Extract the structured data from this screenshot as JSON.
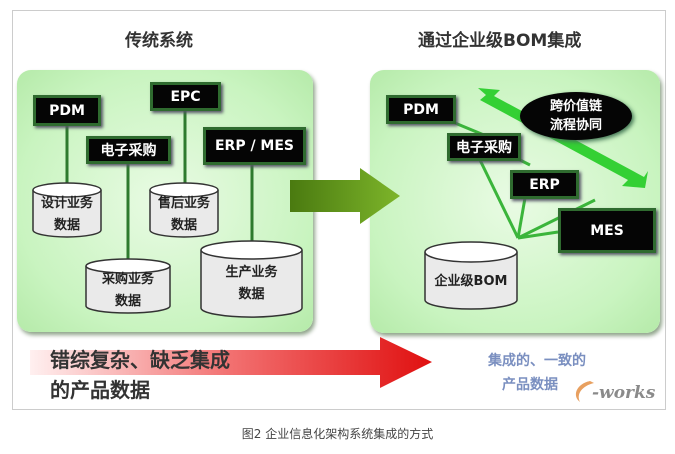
{
  "left": {
    "title": "传统系统",
    "boxes": {
      "pdm": "PDM",
      "ep": "电子采购",
      "epc": "EPC",
      "erpmes": "ERP / MES"
    },
    "cylinders": {
      "design": [
        "设计业务",
        "数据"
      ],
      "aftersale": [
        "售后业务",
        "数据"
      ],
      "purchase": [
        "采购业务",
        "数据"
      ],
      "production": [
        "生产业务",
        "数据"
      ]
    }
  },
  "right": {
    "title": "通过企业级BOM集成",
    "boxes": {
      "pdm": "PDM",
      "ep": "电子采购",
      "erp": "ERP",
      "mes": "MES"
    },
    "ellipse": [
      "跨价值链",
      "流程协同"
    ],
    "cylinder": "企业级BOM"
  },
  "bottom": {
    "problem": [
      "错综复杂、缺乏集成",
      "的产品数据"
    ],
    "solution": [
      "集成的、一致的",
      "产品数据"
    ],
    "logo": "e-works"
  },
  "caption": "图2 企业信息化架构系统集成的方式",
  "colors": {
    "panel": "#c9f4c0",
    "box": "#050505",
    "arrow_green": "#6a9a1c",
    "arrow_red": "#e01818",
    "solution_text": "#7a8fc0"
  }
}
